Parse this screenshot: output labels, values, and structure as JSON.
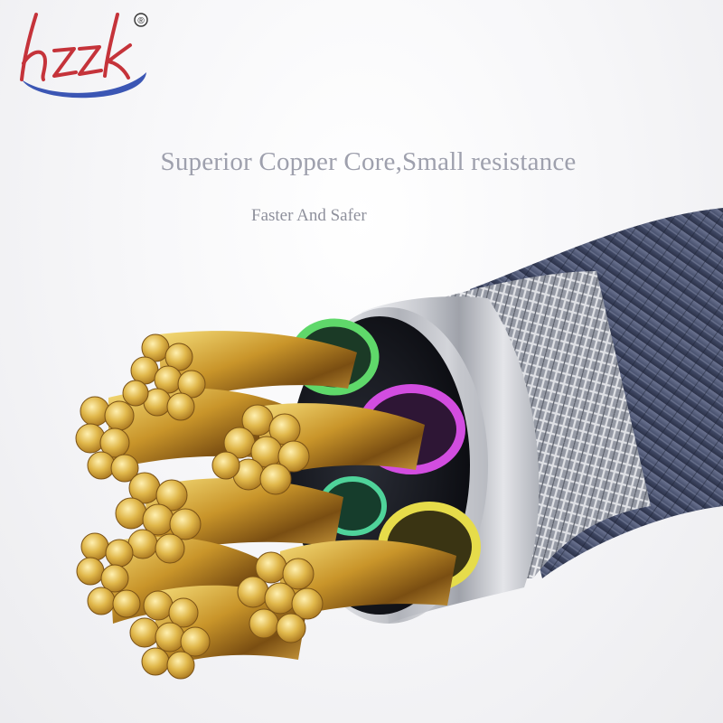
{
  "brand": {
    "name": "hzzk",
    "registered_mark": "®"
  },
  "headline": "Superior Copper Core,Small resistance",
  "subheadline": "Faster And Safer",
  "colors": {
    "brand_red": "#c5333a",
    "brand_blue": "#3b56b4",
    "copper_gold": "#d9b23a",
    "braid_blue": "#4a5575",
    "metal_silver": "#cfd1d6",
    "ring_green": "#5fd86a",
    "ring_magenta": "#d24de0",
    "ring_yellow": "#e6dc4a"
  }
}
